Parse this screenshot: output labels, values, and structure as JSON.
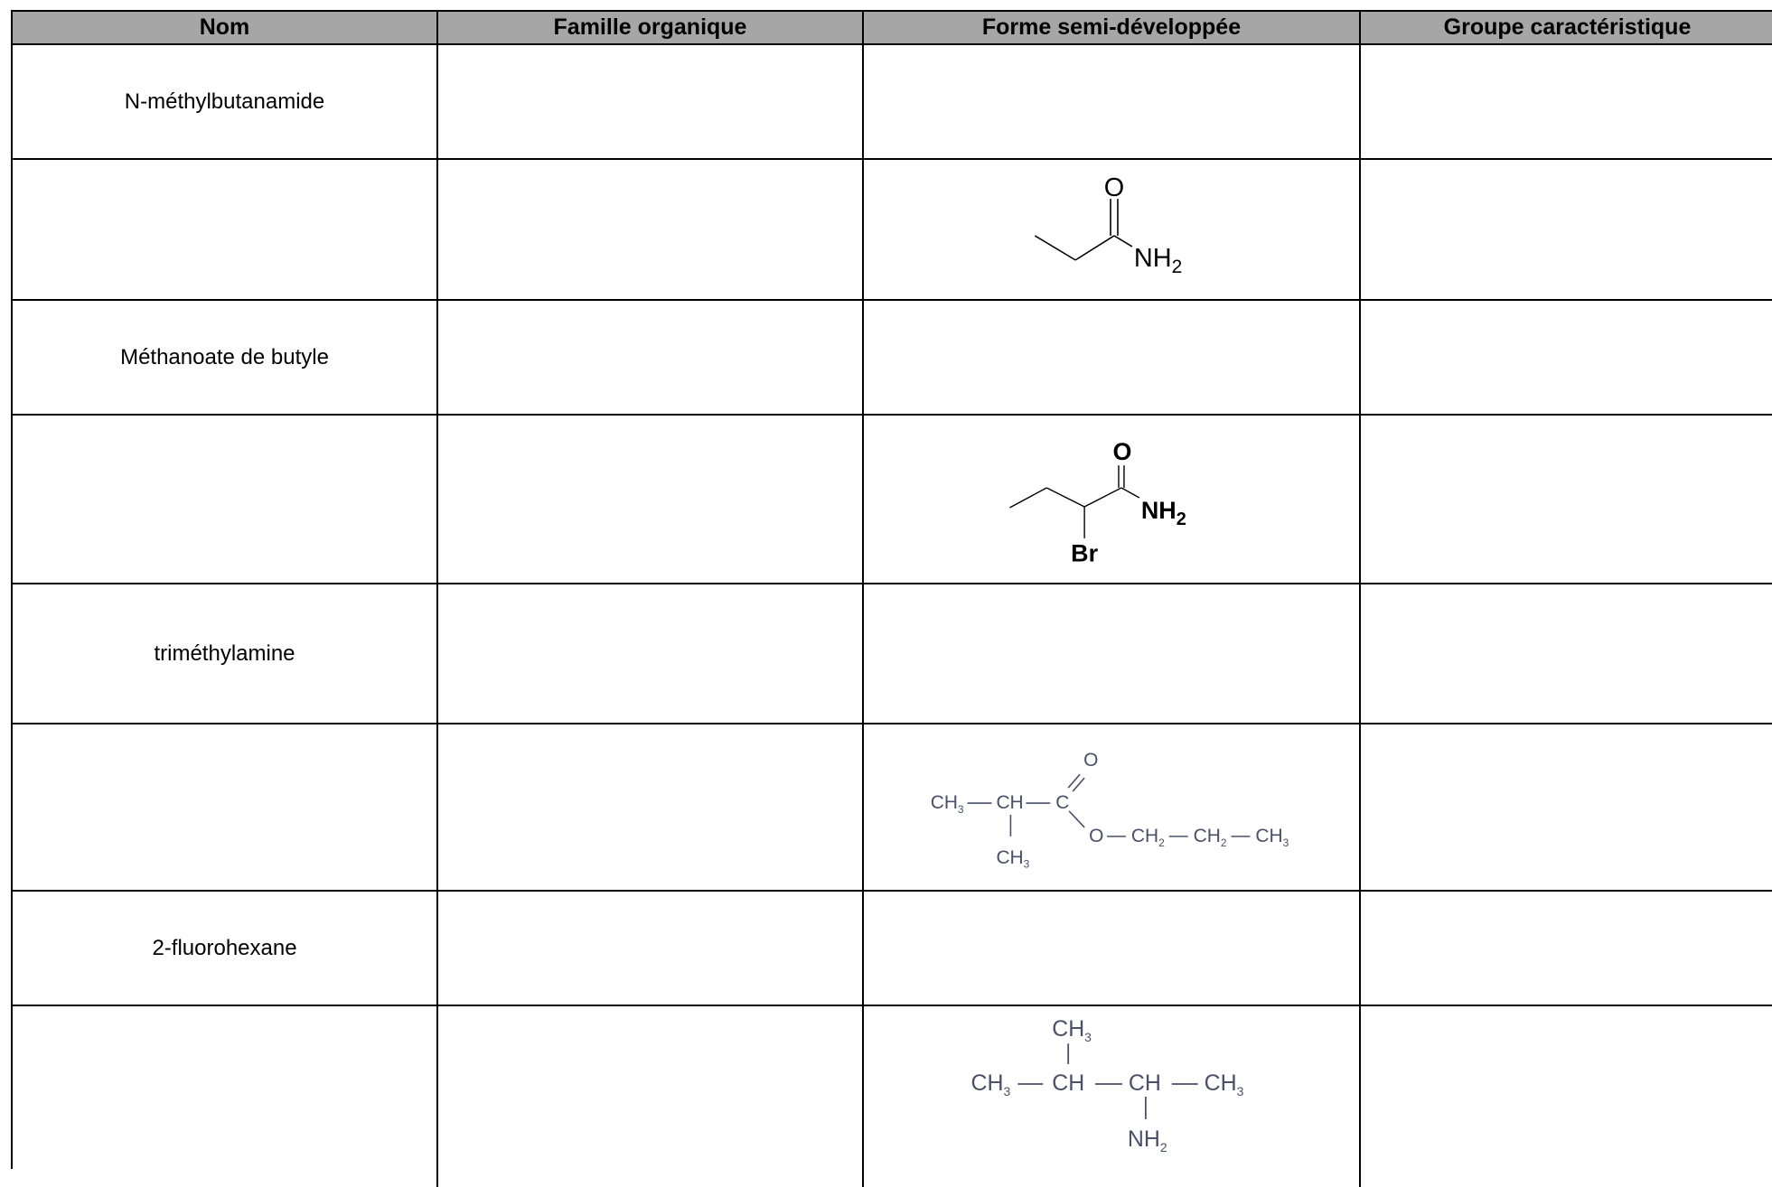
{
  "table": {
    "headers": [
      "Nom",
      "Famille organique",
      "Forme semi-développée",
      "Groupe caractéristique"
    ],
    "rows": [
      {
        "name": "N-méthylbutanamide",
        "structure": ""
      },
      {
        "name": "",
        "structure": "propanamide-skeletal"
      },
      {
        "name": "Méthanoate de butyle",
        "structure": ""
      },
      {
        "name": "",
        "structure": "2-bromobutanamide-skeletal"
      },
      {
        "name": "triméthylamine",
        "structure": ""
      },
      {
        "name": "",
        "structure": "propyl-2-methylpropanoate-semi"
      },
      {
        "name": "2-fluorohexane",
        "structure": ""
      },
      {
        "name": "",
        "structure": "3-methylbutan-2-amine-semi"
      }
    ]
  },
  "structures": {
    "s1": {
      "o": "O",
      "nh2_n": "NH",
      "nh2_sub": "2"
    },
    "s2": {
      "o": "O",
      "nh2_n": "NH",
      "nh2_sub": "2",
      "br": "Br"
    },
    "s3": {
      "ch3": "CH",
      "sub3": "3",
      "ch": "CH",
      "c": "C",
      "o": "O",
      "ch2": "CH",
      "sub2": "2"
    },
    "s4": {
      "ch3": "CH",
      "sub3": "3",
      "ch": "CH",
      "nh": "NH",
      "sub2": "2"
    }
  }
}
